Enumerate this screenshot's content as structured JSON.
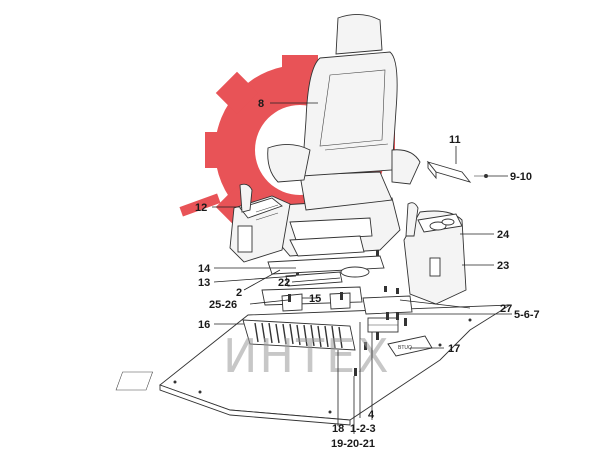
{
  "watermark": {
    "text": "ИНТЕХ",
    "gear_color": "#e5363a"
  },
  "callouts": {
    "c8": "8",
    "c11": "11",
    "c9_10": "9-10",
    "c12": "12",
    "c24": "24",
    "c23": "23",
    "c14": "14",
    "c13": "13",
    "c2": "2",
    "c22": "22",
    "c25_26": "25-26",
    "c15": "15",
    "c27": "27",
    "c5_6_7": "5-6-7",
    "c16": "16",
    "c17": "17",
    "c4": "4",
    "c1_2_3": "1-2-3",
    "c18": "18",
    "c19_20_21": "19-20-21"
  }
}
